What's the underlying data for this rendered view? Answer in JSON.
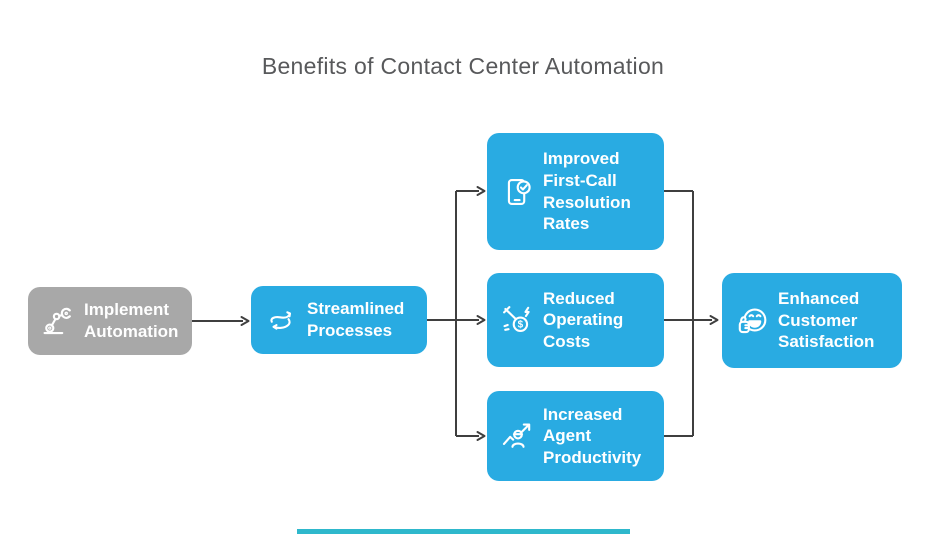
{
  "title": "Benefits of Contact Center Automation",
  "colors": {
    "background": "#FFFFFF",
    "accent": "#29ABE2",
    "node_gray": "#A8A8A8",
    "node_text": "#FFFFFF",
    "connector": "#3F3F3F",
    "title_text": "#58595B",
    "bottom_bar": "#2EB8CC"
  },
  "nodes": [
    {
      "id": "implement-automation",
      "label": "Implement Automation",
      "icon": "robot-arm-icon",
      "variant": "gray"
    },
    {
      "id": "streamlined-processes",
      "label": "Streamlined Processes",
      "icon": "streamline-arrows-icon",
      "variant": "blue"
    },
    {
      "id": "improved-first-call-resolution-rates",
      "label": "Improved First-Call Resolution Rates",
      "icon": "phone-check-icon",
      "variant": "blue"
    },
    {
      "id": "reduced-operating-costs",
      "label": "Reduced Operating Costs",
      "icon": "cost-cutting-icon",
      "variant": "blue"
    },
    {
      "id": "increased-agent-productivity",
      "label": "Increased Agent Productivity",
      "icon": "agent-growth-icon",
      "variant": "blue"
    },
    {
      "id": "enhanced-customer-satisfaction",
      "label": "Enhanced Customer Satisfaction",
      "icon": "smile-thumbs-up-icon",
      "variant": "blue"
    }
  ],
  "edges": [
    {
      "from": "implement-automation",
      "to": "streamlined-processes"
    },
    {
      "from": "streamlined-processes",
      "to": "improved-first-call-resolution-rates"
    },
    {
      "from": "streamlined-processes",
      "to": "reduced-operating-costs"
    },
    {
      "from": "streamlined-processes",
      "to": "increased-agent-productivity"
    },
    {
      "from": "improved-first-call-resolution-rates",
      "to": "enhanced-customer-satisfaction"
    },
    {
      "from": "reduced-operating-costs",
      "to": "enhanced-customer-satisfaction"
    },
    {
      "from": "increased-agent-productivity",
      "to": "enhanced-customer-satisfaction"
    }
  ]
}
